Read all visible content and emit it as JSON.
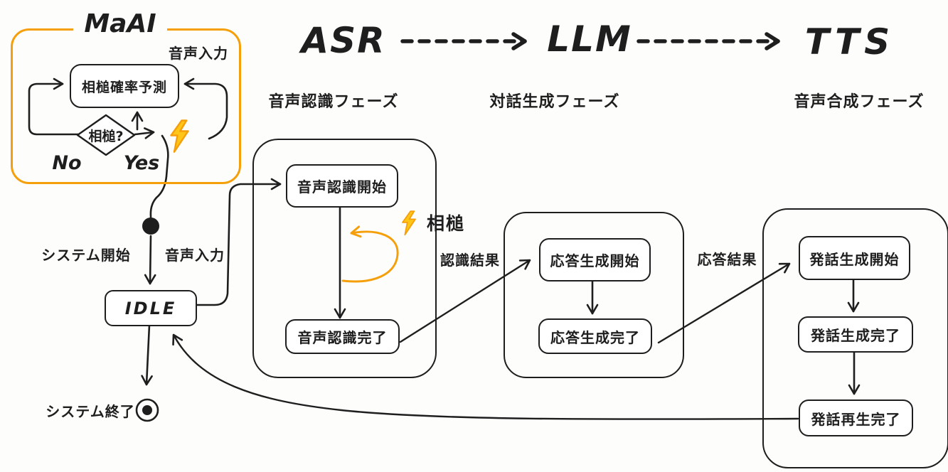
{
  "palette": {
    "ink": "#1e1e1e",
    "accent_orange": "#f59f0b",
    "bolt_fill": "#ffc617",
    "background": "#fdfdfc"
  },
  "header": {
    "asr": "ASR",
    "llm": "LLM",
    "tts": "TTS"
  },
  "phases": {
    "asr": "音声認識フェーズ",
    "llm": "対話生成フェーズ",
    "tts": "音声合成フェーズ"
  },
  "maai": {
    "title": "MaAI",
    "voice_input_label": "音声入力",
    "predict_node": "相槌確率予測",
    "decision_node": "相槌?",
    "no_label": "No",
    "yes_label": "Yes"
  },
  "system": {
    "start_label": "システム開始",
    "voice_input_label": "音声入力",
    "idle_node": "IDLE",
    "end_label": "システム終了"
  },
  "asr_phase": {
    "start_node": "音声認識開始",
    "done_node": "音声認識完了",
    "backchannel_label": "相槌",
    "result_label": "認識結果"
  },
  "llm_phase": {
    "start_node": "応答生成開始",
    "done_node": "応答生成完了",
    "result_label": "応答結果"
  },
  "tts_phase": {
    "start_node": "発話生成開始",
    "done_node": "発話生成完了",
    "play_done_node": "発話再生完了"
  }
}
